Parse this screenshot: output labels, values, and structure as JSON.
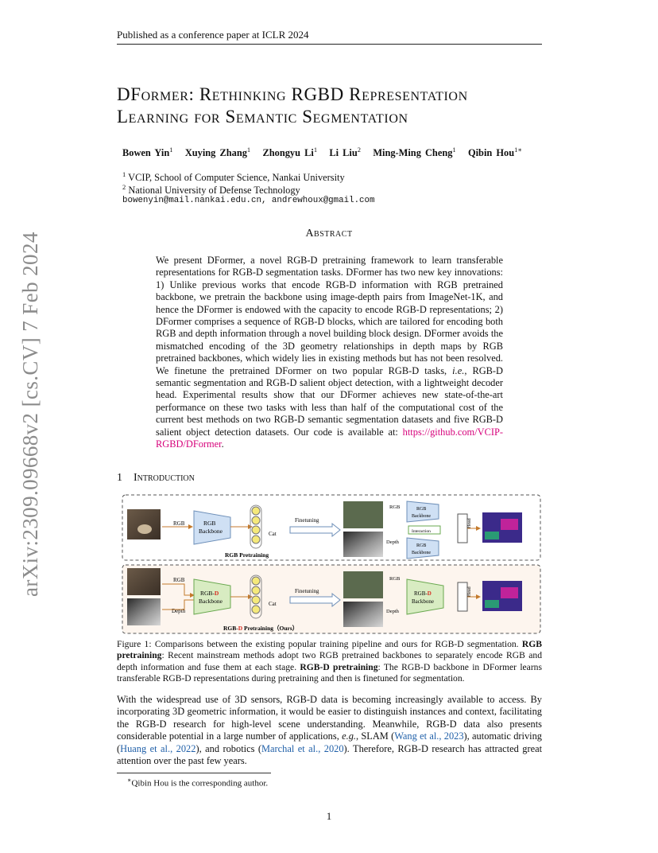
{
  "header": "Published as a conference paper at ICLR 2024",
  "arxiv_id": "arXiv:2309.09668v2  [cs.CV]  7 Feb 2024",
  "title_line1": "DFormer:  Rethinking RGBD Representation",
  "title_line2": "Learning for Semantic Segmentation",
  "authors": [
    {
      "name": "Bowen Yin",
      "aff": "1"
    },
    {
      "name": "Xuying Zhang",
      "aff": "1"
    },
    {
      "name": "Zhongyu Li",
      "aff": "1"
    },
    {
      "name": "Li Liu",
      "aff": "2"
    },
    {
      "name": "Ming-Ming Cheng",
      "aff": "1"
    },
    {
      "name": "Qibin Hou",
      "aff": "1∗"
    }
  ],
  "affiliations": [
    {
      "mark": "1",
      "text": "VCIP, School of Computer Science, Nankai University"
    },
    {
      "mark": "2",
      "text": "National University of Defense Technology"
    }
  ],
  "emails": "bowenyin@mail.nankai.edu.cn, andrewhoux@gmail.com",
  "abstract_heading": "Abstract",
  "abstract": {
    "text_1": "We present DFormer, a novel RGB-D pretraining framework to learn transferable representations for RGB-D segmentation tasks. DFormer has two new key innovations: 1) Unlike previous works that encode RGB-D information with RGB pretrained backbone, we pretrain the backbone using image-depth pairs from ImageNet-1K, and hence the DFormer is endowed with the capacity to encode RGB-D representations; 2) DFormer comprises a sequence of RGB-D blocks, which are tailored for encoding both RGB and depth information through a novel building block design. DFormer avoids the mismatched encoding of the 3D geometry relationships in depth maps by RGB pretrained backbones, which widely lies in existing methods but has not been resolved. We finetune the pretrained DFormer on two popular RGB-D tasks, ",
    "ie": "i.e.",
    "text_2": ", RGB-D semantic segmentation and RGB-D salient object detection, with a lightweight decoder head. Experimental results show that our DFormer achieves new state-of-the-art performance on these two tasks with less than half of the computational cost of the current best methods on two RGB-D semantic segmentation datasets and five RGB-D salient object detection datasets. Our code is available at: ",
    "link": "https://github.com/VCIP-RGBD/DFormer",
    "text_3": "."
  },
  "section": {
    "number": "1",
    "title": "Introduction"
  },
  "figure": {
    "top_label": "RGB Pretraining",
    "bottom_label_pre": "RGB-",
    "bottom_label_d": "D",
    "bottom_label_post": " Pretraining（Ours）",
    "rgb": "RGB",
    "depth": "Depth",
    "backbone": "Backbone",
    "rgb_d_pre": "RGB-",
    "rgb_d_d": "D",
    "cat": "Cat",
    "finetuning": "Finetuning",
    "interaction": "Interaction",
    "head": "Head",
    "accent_color": "#d62a1e"
  },
  "caption": {
    "label": "Figure 1:",
    "text_1": " Comparisons between the existing popular training pipeline and ours for RGB-D segmentation. ",
    "bold_1": "RGB pretraining",
    "text_2": ": Recent mainstream methods adopt two RGB pretrained backbones to separately encode RGB and depth information and fuse them at each stage. ",
    "bold_2": "RGB-D pretraining",
    "text_3": ": The RGB-D backbone in DFormer learns transferable RGB-D representations during pretraining and then is finetuned for segmentation."
  },
  "intro": {
    "t1": "With the widespread use of 3D sensors, RGB-D data is becoming increasingly available to access. By incorporating 3D geometric information, it would be easier to distinguish instances and context, facilitating the RGB-D research for high-level scene understanding. Meanwhile, RGB-D data also presents considerable potential in a large number of applications, ",
    "eg": "e.g.",
    "t2": ", SLAM (",
    "c1": "Wang et al., 2023",
    "t3": "), automatic driving (",
    "c2": "Huang et al., 2022",
    "t4": "), and robotics (",
    "c3": "Marchal et al., 2020",
    "t5": ").  Therefore, RGB-D research has attracted great attention over the past few years."
  },
  "footnote": {
    "mark": "∗",
    "text": "Qibin Hou is the corresponding author."
  },
  "page_number": "1"
}
